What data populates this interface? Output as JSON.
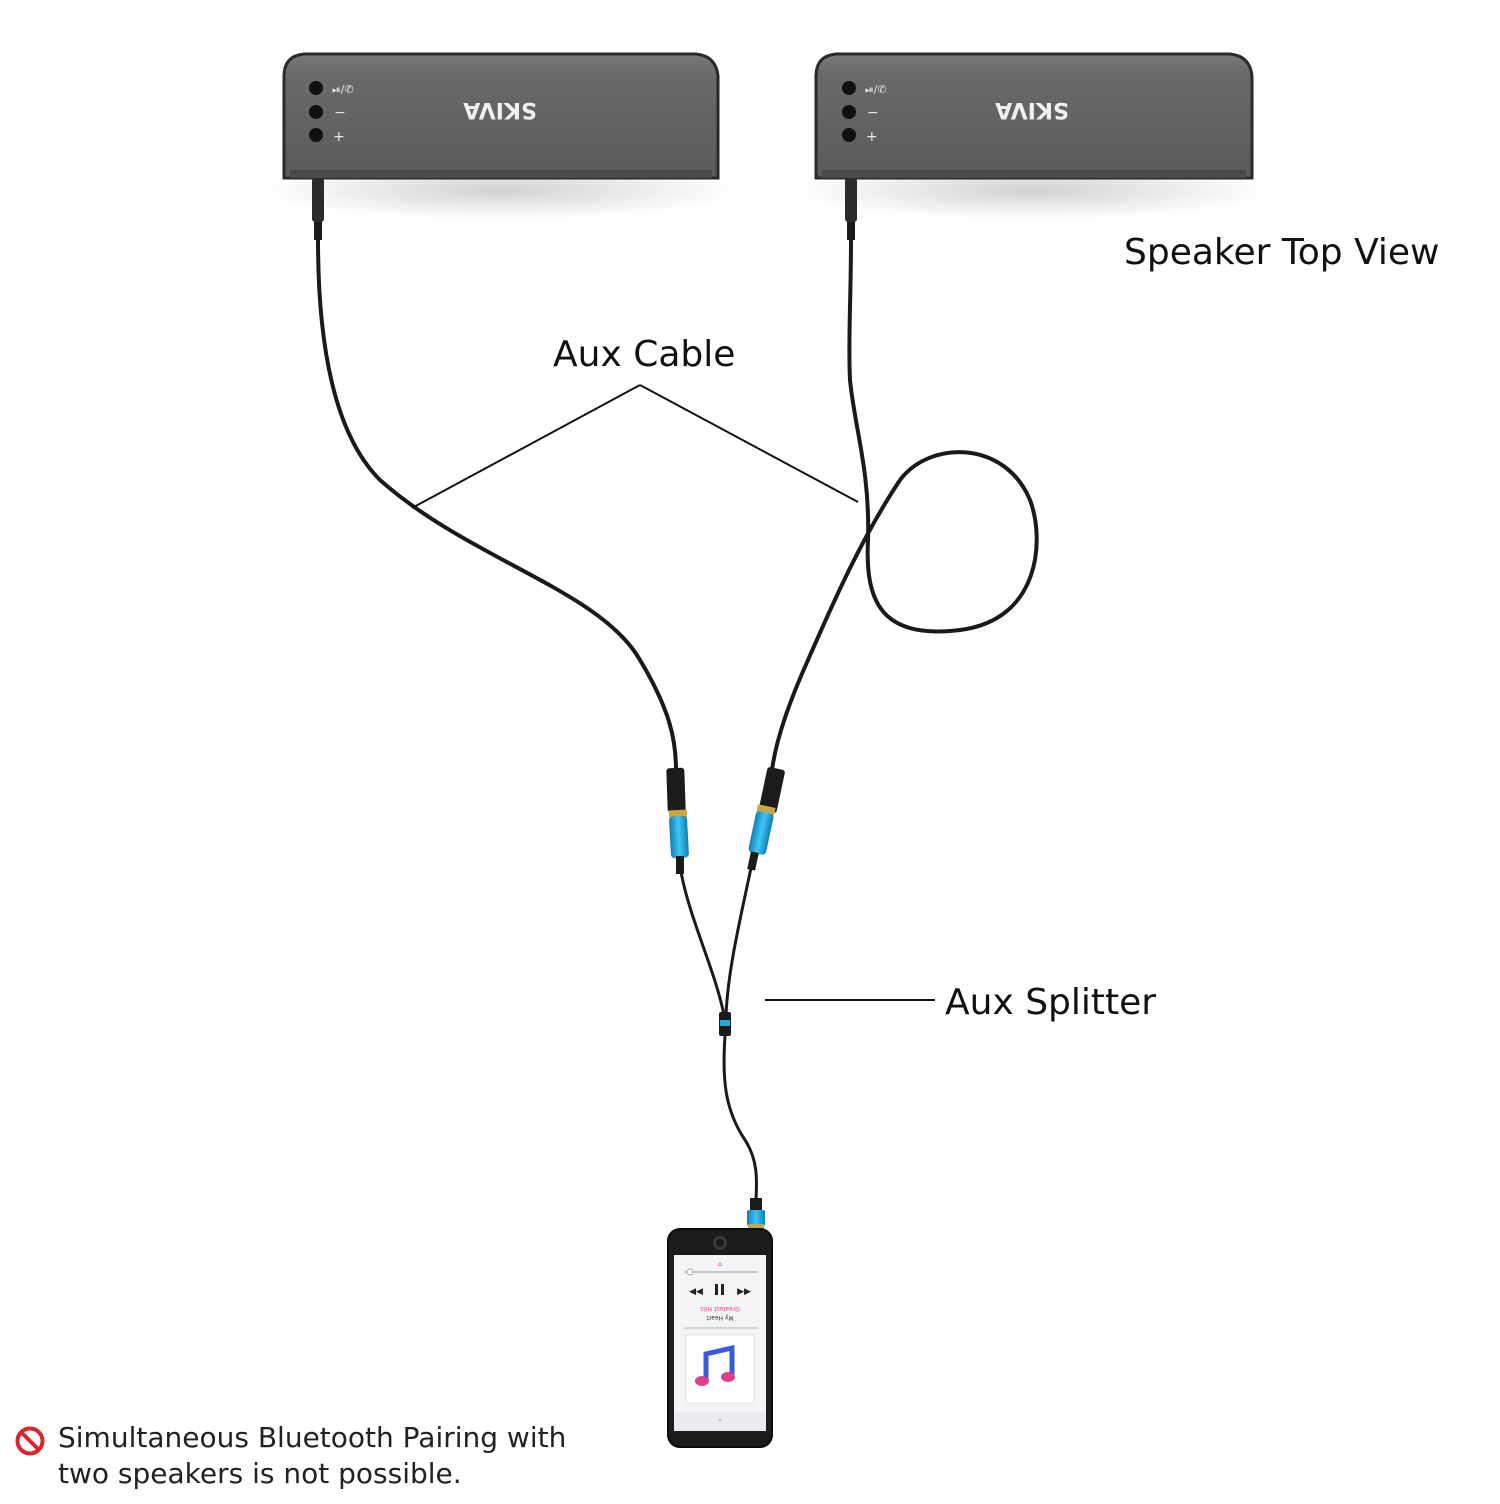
{
  "labels": {
    "speaker_top_view": "Speaker Top View",
    "aux_cable": "Aux Cable",
    "aux_splitter": "Aux Splitter"
  },
  "speakers": {
    "brand": "SKIVA",
    "buttons": [
      "⏯/✆",
      "−",
      "+"
    ]
  },
  "notice": {
    "icon": "prohibited-icon",
    "line1": "Simultaneous Bluetooth Pairing with",
    "line2": "two speakers is not possible."
  },
  "phone": {
    "now_playing": {
      "artist": "My Heart",
      "title": "Greatest Hits",
      "playback_icons": [
        "rewind-icon",
        "pause-icon",
        "fast-forward-icon"
      ],
      "artwork_icon": "music-note-icon"
    }
  },
  "colors": {
    "speaker_body": "#6a6a6c",
    "speaker_edge": "#2a2a2c",
    "cable": "#1a1a1a",
    "connector_accent": "#1ea7e0",
    "connector_gold": "#c9a646",
    "prohibited_red": "#d6262e",
    "artwork_pink": "#e0408a",
    "artwork_blue": "#3a5bd9"
  }
}
